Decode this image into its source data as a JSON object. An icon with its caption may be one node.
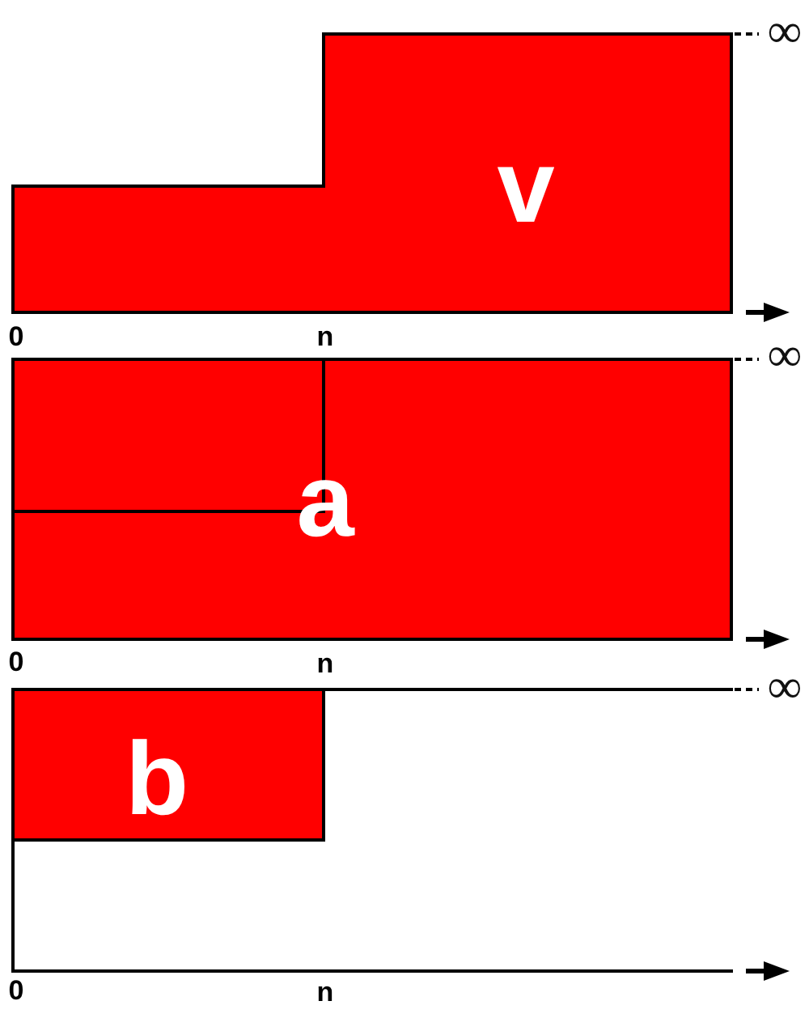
{
  "diagram": {
    "nodes": [
      {
        "text": [
          "v"
        ]
      },
      {
        "text": [
          "a"
        ]
      },
      {
        "text": [
          "b"
        ]
      }
    ],
    "labels": [
      "∞",
      "0",
      "n",
      "∞",
      "0",
      "n",
      "∞",
      "0",
      "n"
    ]
  }
}
